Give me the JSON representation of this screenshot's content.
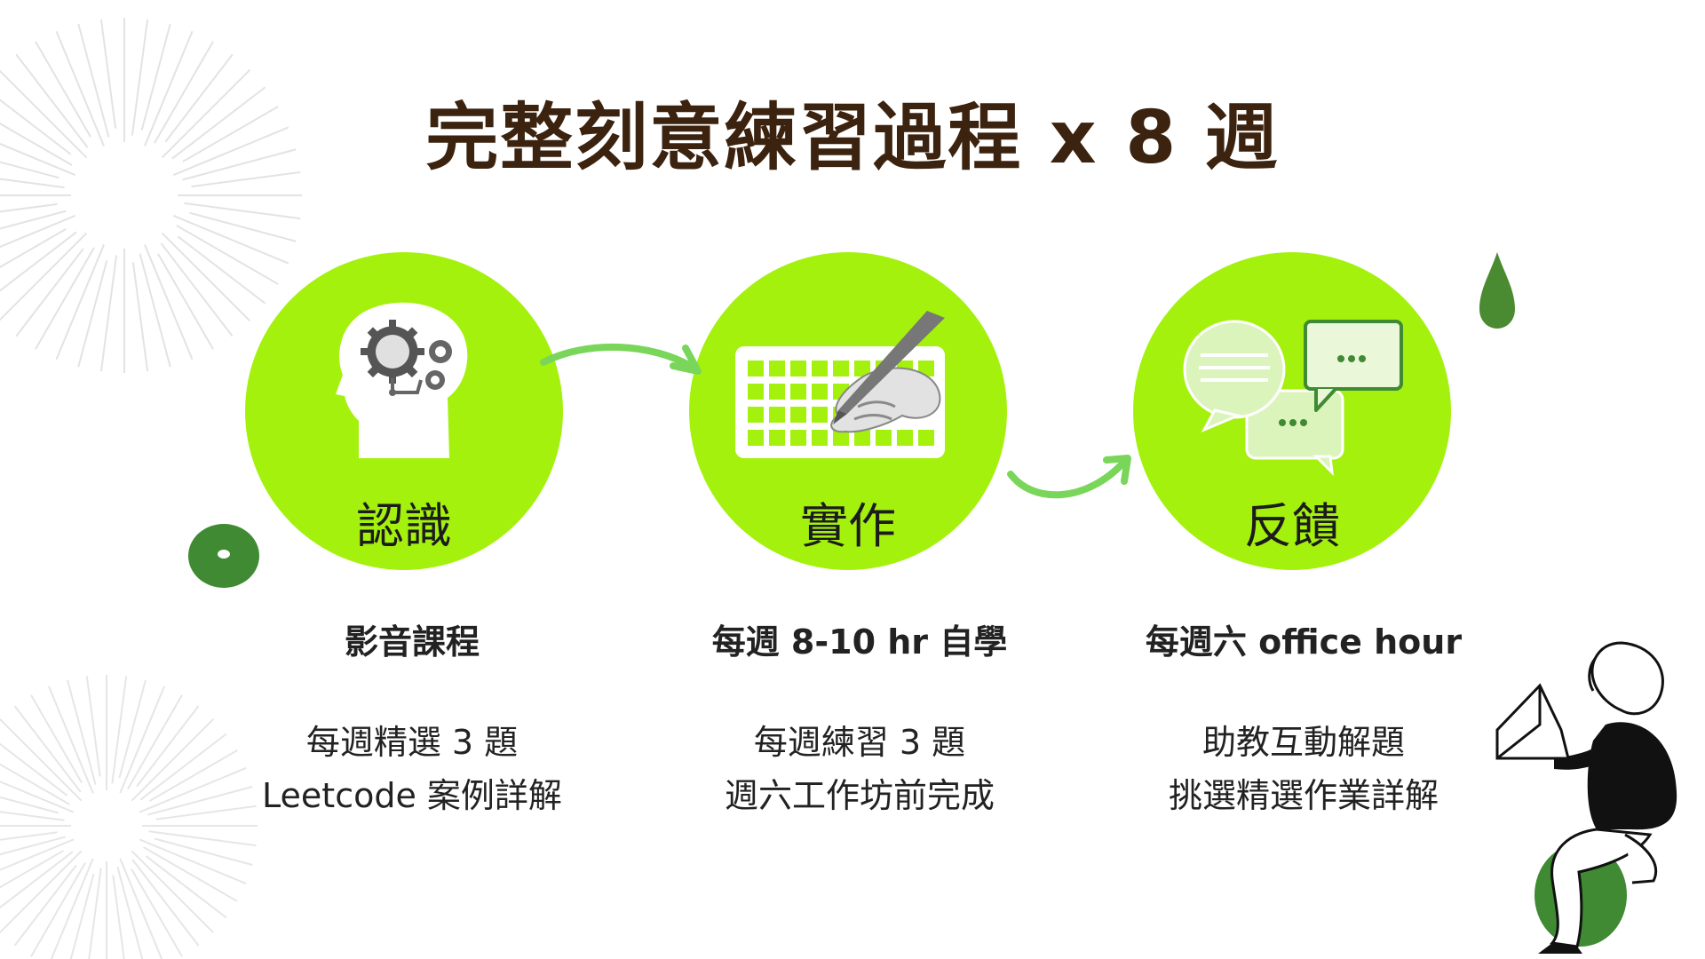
{
  "title": "完整刻意練習過程 x 8 週",
  "colors": {
    "circle": "#a4f10e",
    "accent_dark": "#3f8a32",
    "arrow": "#79d65a",
    "title": "#3b230f"
  },
  "steps": [
    {
      "label": "認識",
      "icon": "brain-gears-icon",
      "heading": "影音課程",
      "details": [
        "每週精選 3 題",
        "Leetcode 案例詳解"
      ]
    },
    {
      "label": "實作",
      "icon": "keyboard-hand-icon",
      "heading": "每週 8-10 hr 自學",
      "details": [
        "每週練習 3 題",
        "週六工作坊前完成"
      ]
    },
    {
      "label": "反饋",
      "icon": "chat-bubbles-icon",
      "heading": "每週六 office hour",
      "details": [
        "助教互動解題",
        "挑選精選作業詳解"
      ]
    }
  ]
}
